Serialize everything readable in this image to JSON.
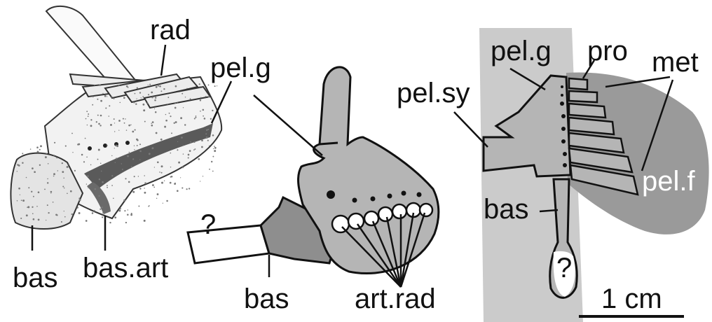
{
  "panel_left": {
    "labels": {
      "rad": "rad",
      "bas": "bas",
      "bas_art": "bas.art",
      "pel_g": "pel.g"
    }
  },
  "panel_middle": {
    "labels": {
      "unknown": "?",
      "bas": "bas",
      "art_rad": "art.rad"
    }
  },
  "panel_right": {
    "labels": {
      "pel_g": "pel.g",
      "pro": "pro",
      "met": "met",
      "pel_sy": "pel.sy",
      "bas": "bas",
      "pel_f": "pel.f",
      "unknown": "?"
    },
    "scale_bar": {
      "label": "1 cm"
    }
  },
  "colors": {
    "background": "#ffffff",
    "ink": "#111111",
    "bone_gray": "#b5b5b5",
    "dark_gray": "#8e8e8e",
    "band_gray": "#cbcbcb",
    "fin_gray": "#9a9a9a"
  }
}
